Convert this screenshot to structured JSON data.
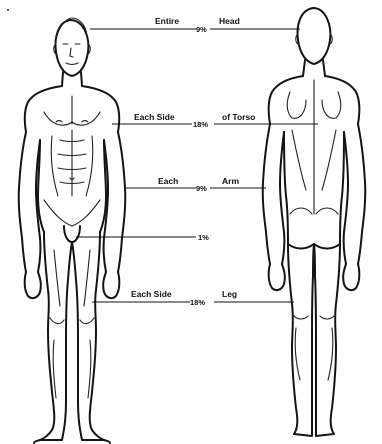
{
  "labels": {
    "head_left": "Entire",
    "head_pct": "9%",
    "head_right": "Head",
    "torso_left": "Each Side",
    "torso_pct": "18%",
    "torso_right": "of Torso",
    "arm_left": "Each",
    "arm_pct": "9%",
    "arm_right": "Arm",
    "groin_pct": "1%",
    "leg_left": "Each Side",
    "leg_pct": "18%",
    "leg_right": "Leg"
  }
}
